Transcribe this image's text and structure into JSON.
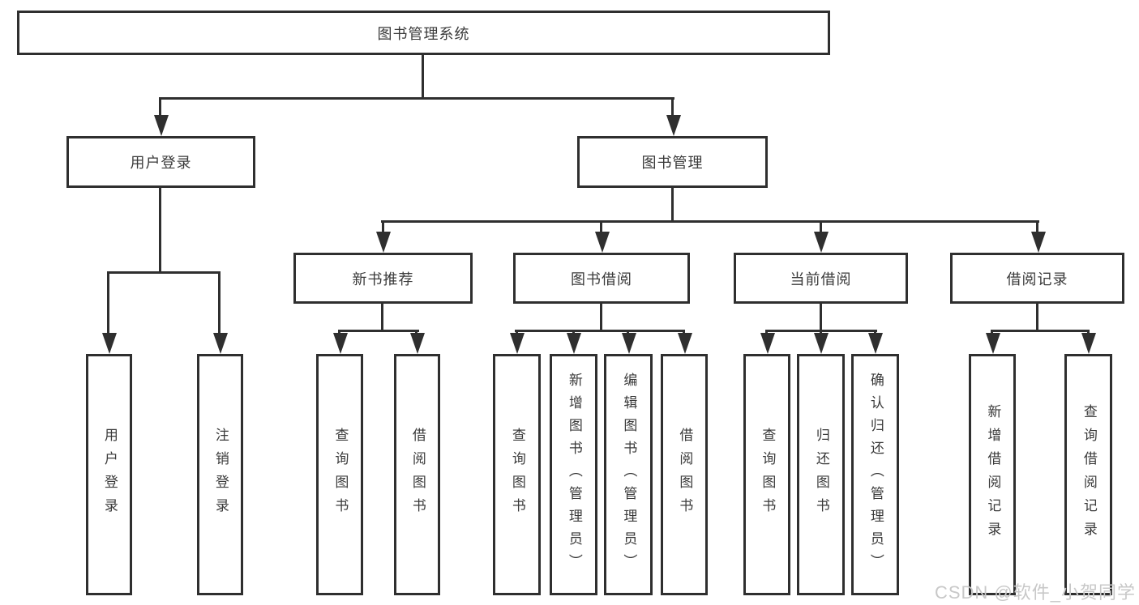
{
  "diagram": {
    "type": "tree",
    "root": {
      "label": "图书管理系统"
    },
    "level2": {
      "userLogin": {
        "label": "用户登录"
      },
      "bookMgmt": {
        "label": "图书管理"
      }
    },
    "level3": {
      "newBookRec": {
        "label": "新书推荐"
      },
      "bookBorrow": {
        "label": "图书借阅"
      },
      "currentBorrow": {
        "label": "当前借阅"
      },
      "borrowRecord": {
        "label": "借阅记录"
      }
    },
    "leaves": {
      "userLoginLeaf": {
        "label": "用户登录"
      },
      "logoutLeaf": {
        "label": "注销登录"
      },
      "recQueryBook": {
        "label": "查询图书"
      },
      "recBorrowBook": {
        "label": "借阅图书"
      },
      "borQueryBook": {
        "label": "查询图书"
      },
      "borAddBook": {
        "label": "新增图书（管理员）"
      },
      "borEditBook": {
        "label": "编辑图书（管理员）"
      },
      "borBorrowBook": {
        "label": "借阅图书"
      },
      "curQueryBook": {
        "label": "查询图书"
      },
      "curReturnBook": {
        "label": "归还图书"
      },
      "curConfirmReturn": {
        "label": "确认归还（管理员）"
      },
      "recordAdd": {
        "label": "新增借阅记录"
      },
      "recordQuery": {
        "label": "查询借阅记录"
      }
    },
    "hierarchy": {
      "图书管理系统": {
        "用户登录": [
          "用户登录",
          "注销登录"
        ],
        "图书管理": {
          "新书推荐": [
            "查询图书",
            "借阅图书"
          ],
          "图书借阅": [
            "查询图书",
            "新增图书（管理员）",
            "编辑图书（管理员）",
            "借阅图书"
          ],
          "当前借阅": [
            "查询图书",
            "归还图书",
            "确认归还（管理员）"
          ],
          "借阅记录": [
            "新增借阅记录",
            "查询借阅记录"
          ]
        }
      }
    }
  },
  "watermark": {
    "text": "CSDN @软件_小贺同学"
  },
  "colors": {
    "line": "#2f2f2f",
    "text": "#3a3a3a",
    "background": "#ffffff",
    "watermark": "#c8c8c8"
  }
}
